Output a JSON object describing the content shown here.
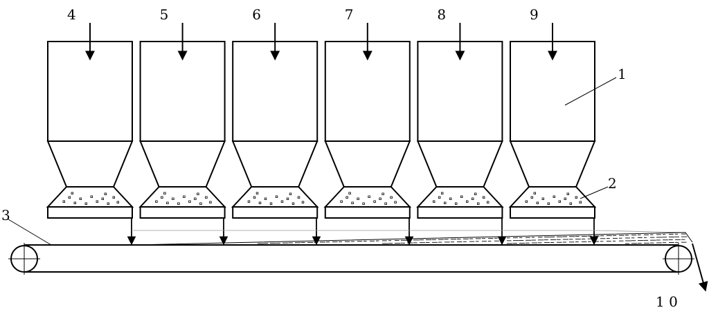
{
  "hopper_feed_labels": [
    "4",
    "5",
    "6",
    "7",
    "8",
    "9"
  ],
  "part_labels": {
    "bin": "1",
    "feeder": "2",
    "conveyor": "3",
    "discharge": "1 0"
  },
  "colors": {
    "line": "#000000",
    "background": "#ffffff"
  }
}
